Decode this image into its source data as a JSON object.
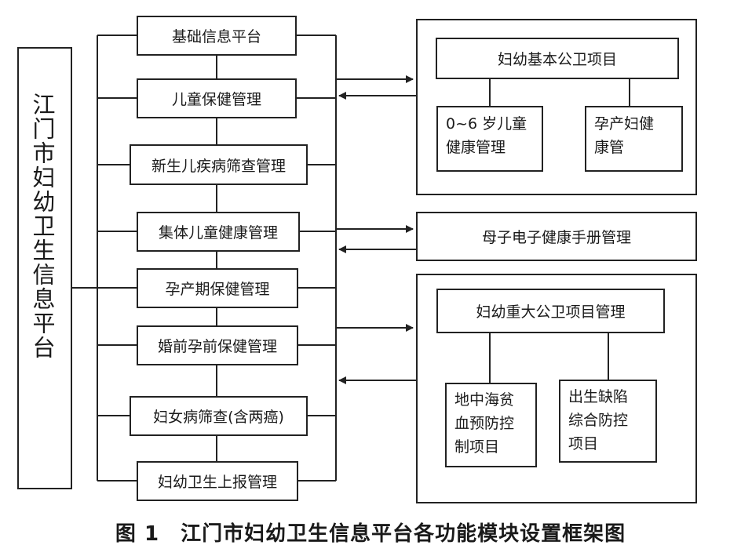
{
  "platform_title": "江门市妇幼卫生信息平台",
  "modules": [
    "基础信息平台",
    "儿童保健管理",
    "新生儿疾病筛查管理",
    "集体儿童健康管理",
    "孕产期保健管理",
    "婚前孕前保健管理",
    "妇女病筛查(含两癌)",
    "妇幼卫生上报管理"
  ],
  "basic_public_health": {
    "title": "妇幼基本公卫项目",
    "children": [
      "0~6 岁儿童\n健康管理",
      "孕产妇健\n康管"
    ]
  },
  "ehr_handbook": {
    "title": "母子电子健康手册管理"
  },
  "major_public_health": {
    "title": "妇幼重大公卫项目管理",
    "children": [
      "地中海贫\n血预防控\n制项目",
      "出生缺陷\n综合防控\n项目"
    ]
  },
  "caption": "图 1　江门市妇幼卫生信息平台各功能模块设置框架图"
}
